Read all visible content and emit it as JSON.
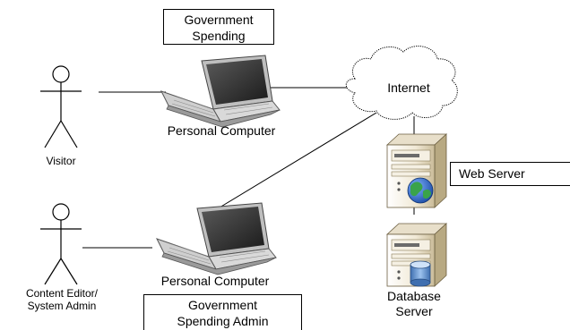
{
  "boxes": {
    "gov_spending": [
      "Government",
      "Spending"
    ],
    "web_server": "Web Server",
    "gov_admin": [
      "Government",
      "Spending Admin"
    ]
  },
  "labels": {
    "internet": "Internet",
    "pc_top": "Personal Computer",
    "pc_bottom": "Personal Computer",
    "visitor": "Visitor",
    "editor": [
      "Content Editor/",
      "System Admin"
    ],
    "database": [
      "Database",
      "Server"
    ]
  },
  "colors": {
    "line": "#000000",
    "laptop_body": "#dcdcdc",
    "laptop_screen": "#2b2b2b",
    "server_case": "#efe6d2",
    "globe_blue": "#1f5fbf",
    "globe_green": "#3aa34a",
    "db_blue": "#6fa0d8"
  },
  "icons": [
    "actor-icon",
    "laptop-icon",
    "cloud-icon",
    "server-icon",
    "globe-icon",
    "database-icon"
  ]
}
